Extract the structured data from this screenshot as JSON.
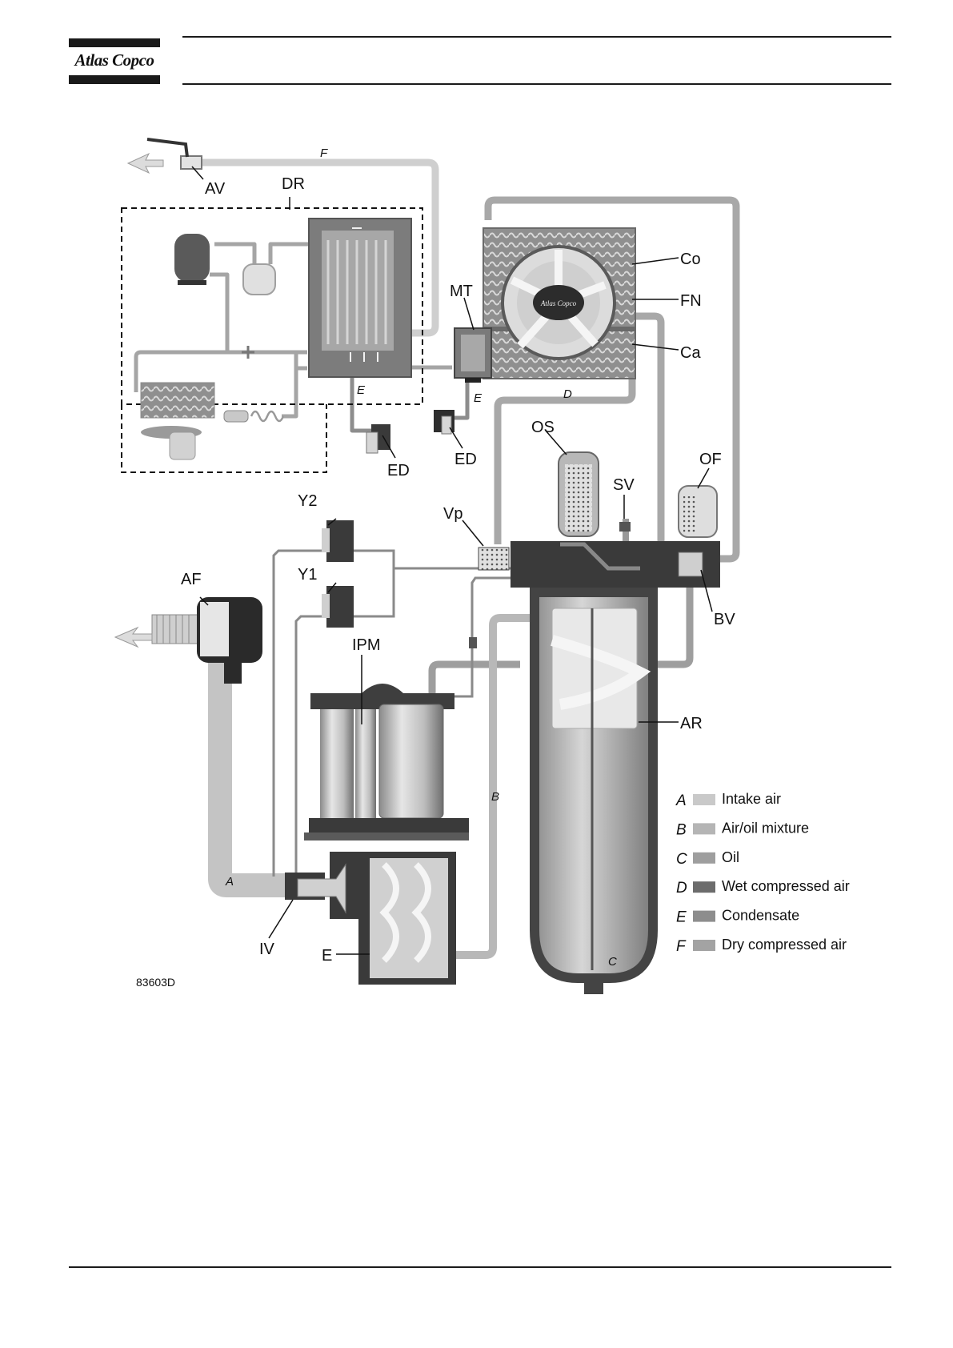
{
  "brand": {
    "logo_text": "Atlas Copco"
  },
  "colors": {
    "intake_air": "#c9c9c9",
    "air_oil_mixture": "#b5b5b5",
    "oil": "#9e9e9e",
    "wet_compressed_air": "#6c6c6c",
    "condensate": "#8d8d8d",
    "dry_compressed_air": "#a3a3a3",
    "component_dark": "#3a3a3a",
    "component_mid": "#7a7a7a",
    "component_light": "#d8d8d8"
  },
  "labels": {
    "AV": "AV",
    "DR": "DR",
    "MT": "MT",
    "Co": "Co",
    "FN": "FN",
    "Ca": "Ca",
    "OS": "OS",
    "OF": "OF",
    "SV": "SV",
    "Vp": "Vp",
    "Y2": "Y2",
    "Y1": "Y1",
    "AF": "AF",
    "BV": "BV",
    "IPM": "IPM",
    "AR": "AR",
    "ED_left": "ED",
    "ED_right": "ED",
    "IV": "IV",
    "E": "E"
  },
  "flow_labels": {
    "F": "F",
    "D": "D",
    "E_left": "E",
    "E_right": "E",
    "A": "A",
    "B": "B",
    "C": "C"
  },
  "legend": [
    {
      "letter": "A",
      "text": "Intake air",
      "color": "#c9c9c9"
    },
    {
      "letter": "B",
      "text": "Air/oil mixture",
      "color": "#b5b5b5"
    },
    {
      "letter": "C",
      "text": "Oil",
      "color": "#9e9e9e"
    },
    {
      "letter": "D",
      "text": "Wet compressed air",
      "color": "#6c6c6c"
    },
    {
      "letter": "E",
      "text": "Condensate",
      "color": "#8d8d8d"
    },
    {
      "letter": "F",
      "text": "Dry compressed air",
      "color": "#a3a3a3"
    }
  ],
  "figure_id": "83603D",
  "fan_logo_text": "Atlas Copco"
}
